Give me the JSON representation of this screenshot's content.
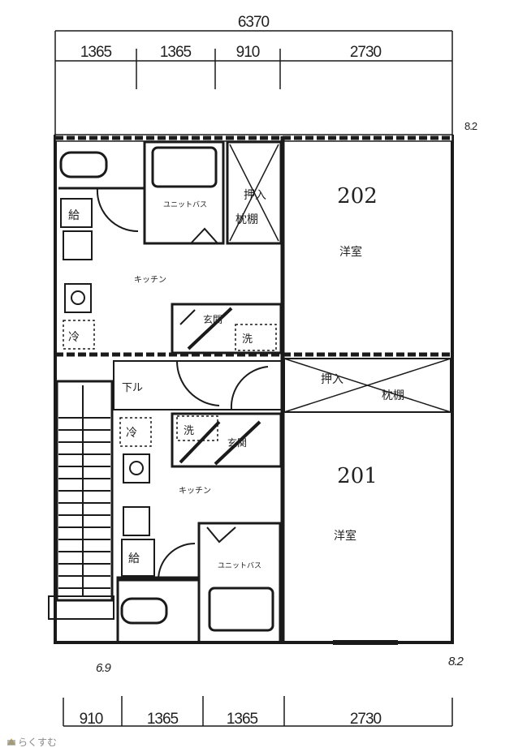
{
  "dimensions": {
    "total_width": "6370",
    "top": [
      "1365",
      "1365",
      "910",
      "2730"
    ],
    "bottom": [
      "910",
      "1365",
      "1365",
      "2730"
    ],
    "side_marks": {
      "left_bottom": "6.9",
      "right_bottom": "8.2",
      "right_top": "8.2"
    }
  },
  "units": {
    "unit_202": {
      "number": "202",
      "room": "洋室",
      "kitchen": "キッチン",
      "bath": "ユニットバス",
      "closet": "押入",
      "shelf": "枕棚",
      "entrance": "玄関",
      "washer": "洗",
      "water_heater": "給",
      "fridge": "冷"
    },
    "unit_201": {
      "number": "201",
      "room": "洋室",
      "kitchen": "キッチン",
      "bath": "ユニットバス",
      "closet": "押入",
      "closet_shelf": "枕棚",
      "entrance": "玄関",
      "washer": "洗",
      "water_heater": "給",
      "fridge": "冷",
      "hall": "下ル"
    }
  },
  "watermark": "らくすむ",
  "colors": {
    "ink": "#1a1a1a",
    "paper": "#ffffff",
    "logo": "#8a8a8a"
  }
}
